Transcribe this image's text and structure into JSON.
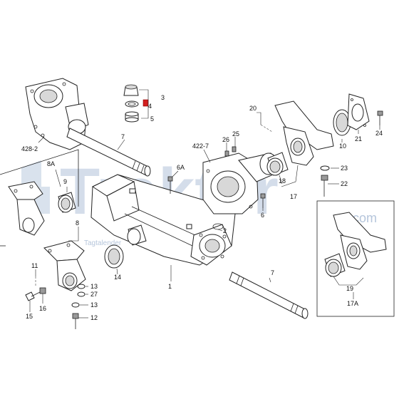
{
  "callouts": {
    "c3": "3",
    "c4": "4",
    "c5": "5",
    "c7a": "7",
    "c428": "428-2",
    "c20": "20",
    "c26": "26",
    "c25": "25",
    "c4227": "422-7",
    "c10": "10",
    "c21": "21",
    "c24": "24",
    "c23": "23",
    "c22": "22",
    "c18": "18",
    "c17": "17",
    "c8a": "8A",
    "c9": "9",
    "c6a": "6A",
    "c6": "6",
    "c2": "2",
    "c8": "8",
    "c14": "14",
    "c1": "1",
    "c7b": "7",
    "c11": "11",
    "c13a": "13",
    "c27": "27",
    "c13b": "13",
    "c12": "12",
    "c15": "15",
    "c16": "16",
    "c19": "19",
    "c17a": "17A"
  },
  "watermark": {
    "brand": "Trakter",
    "domain": ".com",
    "tagline": "Tagtalender"
  },
  "colors": {
    "highlight": "#d21f1f",
    "watermark": "#7896be"
  }
}
